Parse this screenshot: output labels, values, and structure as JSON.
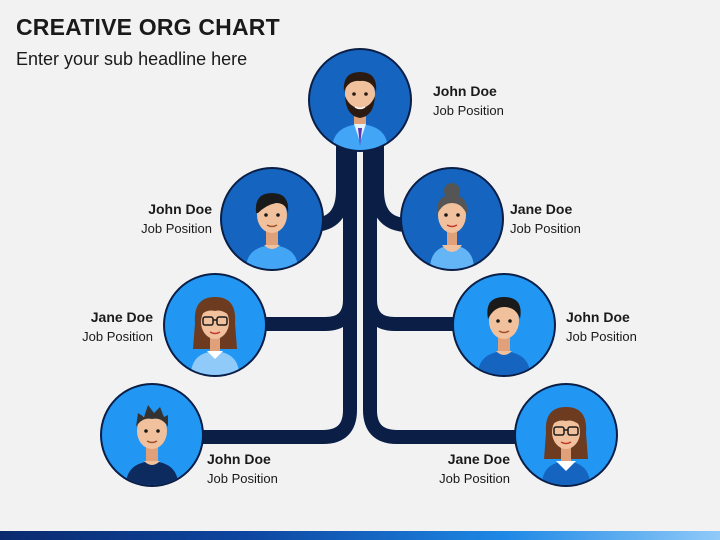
{
  "header": {
    "title": "CREATIVE ORG CHART",
    "subtitle": "Enter your sub headline here"
  },
  "nodes": {
    "top": {
      "name": "John Doe",
      "position": "Job Position",
      "icon": "man-beard-avatar-icon"
    },
    "left1": {
      "name": "John Doe",
      "position": "Job Position",
      "icon": "man-avatar-icon"
    },
    "right1": {
      "name": "Jane Doe",
      "position": "Job Position",
      "icon": "woman-bun-avatar-icon"
    },
    "left2": {
      "name": "Jane Doe",
      "position": "Job Position",
      "icon": "woman-glasses-avatar-icon"
    },
    "right2": {
      "name": "John Doe",
      "position": "Job Position",
      "icon": "man-avatar-icon"
    },
    "left3": {
      "name": "John Doe",
      "position": "Job Position",
      "icon": "man-spiky-hair-avatar-icon"
    },
    "right3": {
      "name": "Jane Doe",
      "position": "Job Position",
      "icon": "woman-glasses-avatar-icon"
    }
  },
  "colors": {
    "connector": "#0a1e46",
    "circle_dark": "#1565c0",
    "circle_light": "#2196f3",
    "background": "#f2f2f2"
  }
}
